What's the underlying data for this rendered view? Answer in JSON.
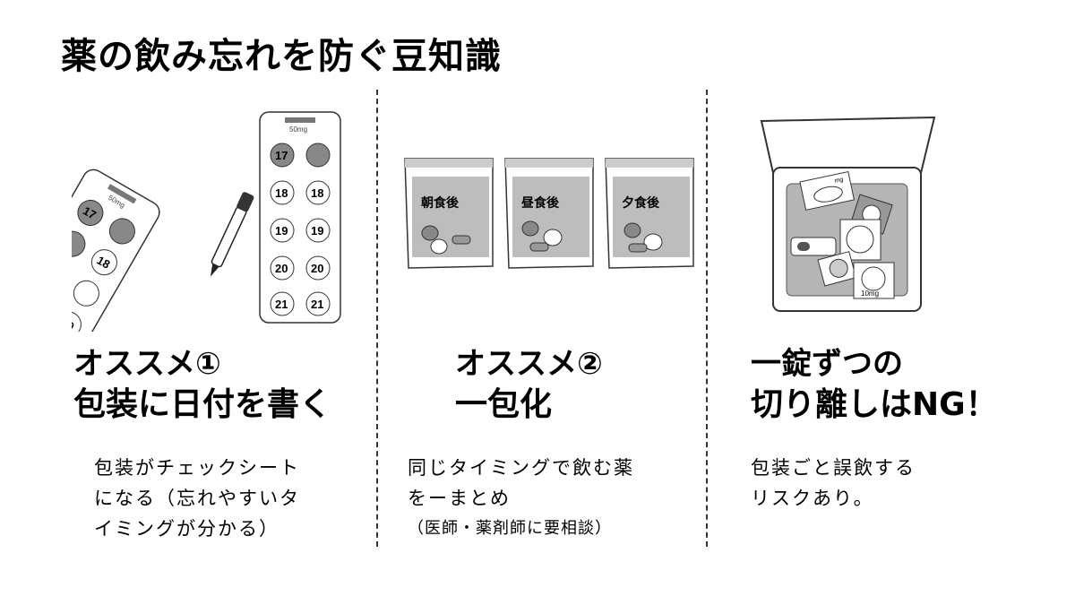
{
  "title": "薬の飲み忘れを防ぐ豆知識",
  "columns": [
    {
      "heading": [
        "オススメ①",
        "包装に日付を書く"
      ],
      "body": [
        "包装がチェックシート",
        "になる（忘れやすいタ",
        "イミングが分かる）"
      ],
      "illustration": {
        "blister_dose": "50mg",
        "dates": [
          "17",
          "18",
          "19",
          "20",
          "21"
        ]
      }
    },
    {
      "heading": [
        "オススメ②",
        "一包化"
      ],
      "body": [
        "同じタイミングで飲む薬",
        "をーまとめ",
        "（医師・薬剤師に要相談）"
      ],
      "illustration": {
        "packets": [
          "朝食後",
          "昼食後",
          "夕食後"
        ]
      }
    },
    {
      "heading": [
        "一錠ずつの",
        "切り離しはNG！"
      ],
      "body": [
        "包装ごと誤飲する",
        "リスクあり。"
      ],
      "illustration": {
        "labels": [
          "mg",
          "10mg"
        ]
      }
    }
  ],
  "colors": {
    "text": "#000000",
    "divider": "#333333",
    "pill_grey": "#8a8a8a",
    "box_inner": "#b5b5b5"
  }
}
